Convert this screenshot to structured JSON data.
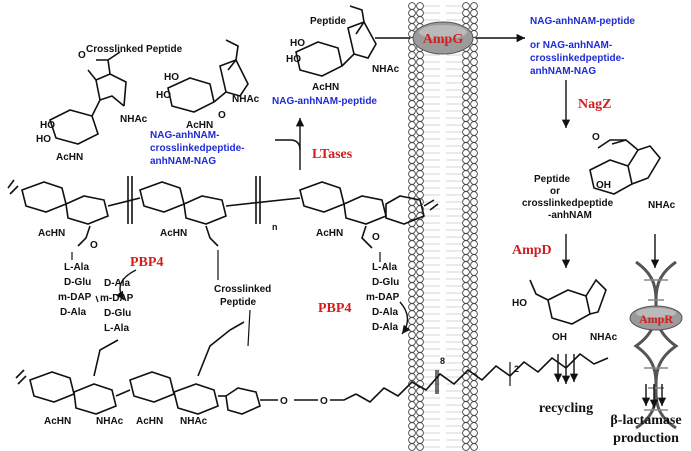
{
  "colors": {
    "enzyme_red": "#d41e1e",
    "product_blue": "#1f2bd6",
    "structure_black": "#111111",
    "membrane_grey": "#555555",
    "ampg_fill": "#9b9b9b"
  },
  "enzymes": {
    "ampg": "AmpG",
    "ltases": "LTases",
    "nagz": "NagZ",
    "ampd": "AmpD",
    "ampr": "AmpR",
    "pbp4_left": "PBP4",
    "pbp4_right": "PBP4"
  },
  "products": {
    "nag_anhnam_peptide": "NAG-anhNAM-peptide",
    "nag_crosslinked_1": "NAG-anhNAM-",
    "nag_crosslinked_2": "crosslinkedpeptide-",
    "nag_crosslinked_3": "anhNAM-NAG",
    "right_1": "NAG-anhNAM-peptide",
    "right_2": "or NAG-anhNAM-",
    "right_3": "crosslinkedpeptide-",
    "right_4": "anhNAM-NAG"
  },
  "labels": {
    "crosslinked_peptide_top": "Crosslinked Peptide",
    "peptide_top": "Peptide",
    "nhac": "NHAc",
    "achn": "AcHN",
    "ho": "HO",
    "oh": "OH",
    "o": "O",
    "crosslinked_mid_1": "Crosslinked",
    "crosslinked_mid_2": "Peptide",
    "peptide_right": "Peptide",
    "or": "or",
    "crosslinkedpeptide_right": "crosslinkedpeptide",
    "anhnam_right": "-anhNAM",
    "n": "n",
    "eight": "8",
    "two": "2",
    "recycling": "recycling",
    "beta_lactamase": "β-lactamase",
    "production": "production"
  },
  "peptide_chain_left": [
    "L-Ala",
    "D-Glu",
    "m-DAP",
    "D-Ala"
  ],
  "peptide_chain_cross": [
    "D-Ala",
    "m-DAP",
    "D-Glu",
    "L-Ala"
  ],
  "peptide_chain_right": [
    "L-Ala",
    "D-Glu",
    "m-DAP",
    "D-Ala",
    "D-Ala"
  ]
}
